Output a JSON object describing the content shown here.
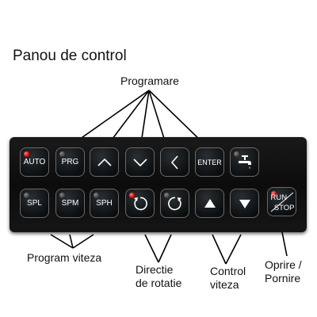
{
  "title": "Panou de control",
  "labels": {
    "programare": "Programare",
    "program_viteza": "Program viteza",
    "directie_line1": "Directie",
    "directie_line2": "de rotatie",
    "control_line1": "Control",
    "control_line2": "viteza",
    "oprire_line1": "Oprire /",
    "oprire_line2": "Pornire"
  },
  "buttons": {
    "auto": "AUTO",
    "prg": "PRG",
    "enter": "ENTER",
    "spl": "SPL",
    "spm": "SPM",
    "sph": "SPH",
    "run": "RUN",
    "stop": "STOP"
  },
  "icons": {
    "up_chevron": "chevron-up-icon",
    "down_chevron": "chevron-down-icon",
    "left_chevron": "chevron-left-icon",
    "faucet": "faucet-icon",
    "rotate_ccw": "rotate-ccw-icon",
    "rotate_cw": "rotate-cw-icon",
    "arrow_up": "triangle-up-icon",
    "arrow_down": "triangle-down-icon"
  },
  "colors": {
    "panel": "#0c0c0c",
    "led_on": "#e01010",
    "led_off": "#3a3a3a",
    "key_border": "#6a6a6a"
  },
  "led_states": {
    "auto": true,
    "rotate_ccw": true,
    "run_stop": true
  }
}
